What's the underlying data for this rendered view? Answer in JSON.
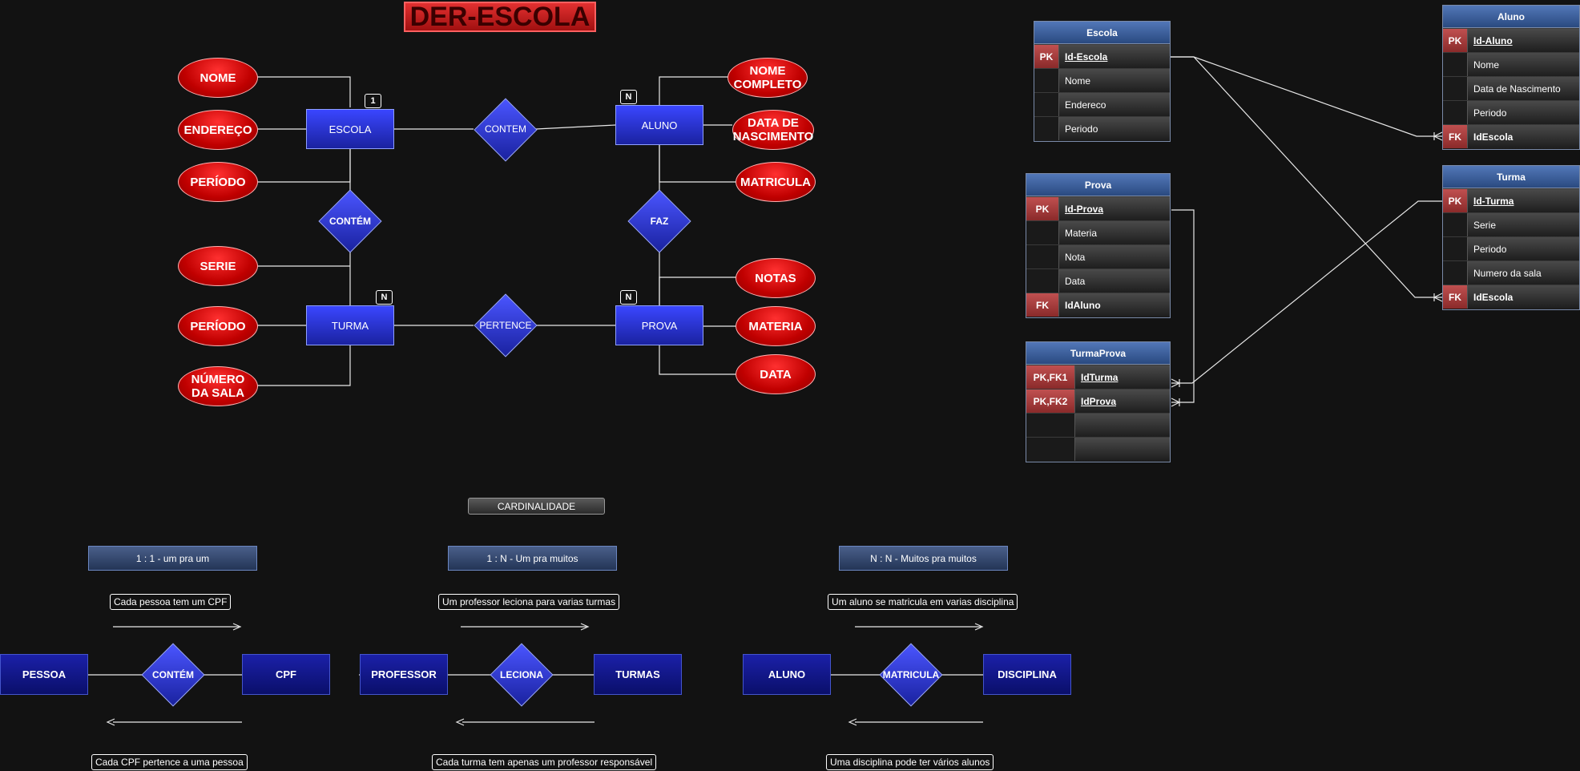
{
  "title": "DER-ESCOLA",
  "entities": {
    "escola": "ESCOLA",
    "aluno": "ALUNO",
    "turma": "TURMA",
    "prova": "PROVA"
  },
  "relationships": {
    "contem_top": "CONTEM",
    "contem_left": "CONTÉM",
    "faz": "FAZ",
    "pertence": "PERTENCE"
  },
  "attributes": {
    "nome": "NOME",
    "endereco": "ENDEREÇO",
    "periodo_escola": "PERÍODO",
    "serie": "SERIE",
    "periodo_turma": "PERÍODO",
    "numero_sala": "NÚMERO DA SALA",
    "nome_completo": "NOME COMPLETO",
    "data_nascimento": "DATA DE NASCIMENTO",
    "matricula": "MATRICULA",
    "notas": "NOTAS",
    "materia": "MATERIA",
    "data": "DATA"
  },
  "cardinality_marks": {
    "escola": "1",
    "aluno": "N",
    "turma": "N",
    "prova": "N"
  },
  "tables": {
    "escola": {
      "title": "Escola",
      "rows": [
        {
          "key": "PK",
          "field": "Id-Escola"
        },
        {
          "key": "",
          "field": "Nome"
        },
        {
          "key": "",
          "field": "Endereco"
        },
        {
          "key": "",
          "field": "Periodo"
        }
      ]
    },
    "aluno": {
      "title": "Aluno",
      "rows": [
        {
          "key": "PK",
          "field": "Id-Aluno"
        },
        {
          "key": "",
          "field": "Nome"
        },
        {
          "key": "",
          "field": "Data de Nascimento"
        },
        {
          "key": "",
          "field": "Periodo"
        },
        {
          "key": "FK",
          "field": "IdEscola"
        }
      ]
    },
    "prova": {
      "title": "Prova",
      "rows": [
        {
          "key": "PK",
          "field": "Id-Prova"
        },
        {
          "key": "",
          "field": "Materia"
        },
        {
          "key": "",
          "field": "Nota"
        },
        {
          "key": "",
          "field": "Data"
        },
        {
          "key": "FK",
          "field": "IdAluno"
        }
      ]
    },
    "turma": {
      "title": "Turma",
      "rows": [
        {
          "key": "PK",
          "field": "Id-Turma"
        },
        {
          "key": "",
          "field": "Serie"
        },
        {
          "key": "",
          "field": "Periodo"
        },
        {
          "key": "",
          "field": "Numero da sala"
        },
        {
          "key": "FK",
          "field": "IdEscola"
        }
      ]
    },
    "turmaprova": {
      "title": "TurmaProva",
      "rows": [
        {
          "key": "PK,FK1",
          "field": "IdTurma"
        },
        {
          "key": "PK,FK2",
          "field": "IdProva"
        },
        {
          "key": "",
          "field": ""
        },
        {
          "key": "",
          "field": ""
        }
      ]
    }
  },
  "cardinality_section": {
    "header": "CARDINALIDADE",
    "one_to_one": {
      "label": "1 : 1 - um pra um",
      "top_note": "Cada pessoa tem um CPF",
      "left": "PESSOA",
      "rel": "CONTÉM",
      "right": "CPF",
      "bottom_note": "Cada CPF pertence a uma pessoa"
    },
    "one_to_many": {
      "label": "1 : N - Um pra muitos",
      "top_note": "Um professor leciona para varias turmas",
      "left": "PROFESSOR",
      "rel": "LECIONA",
      "right": "TURMAS",
      "bottom_note": "Cada turma tem apenas um professor responsável"
    },
    "many_to_many": {
      "label": "N : N - Muitos pra muitos",
      "top_note": "Um  aluno se  matricula em varias disciplina",
      "left": "ALUNO",
      "rel": "MATRICULA",
      "right": "DISCIPLINA",
      "bottom_note": "Uma disciplina pode ter vários alunos"
    }
  }
}
